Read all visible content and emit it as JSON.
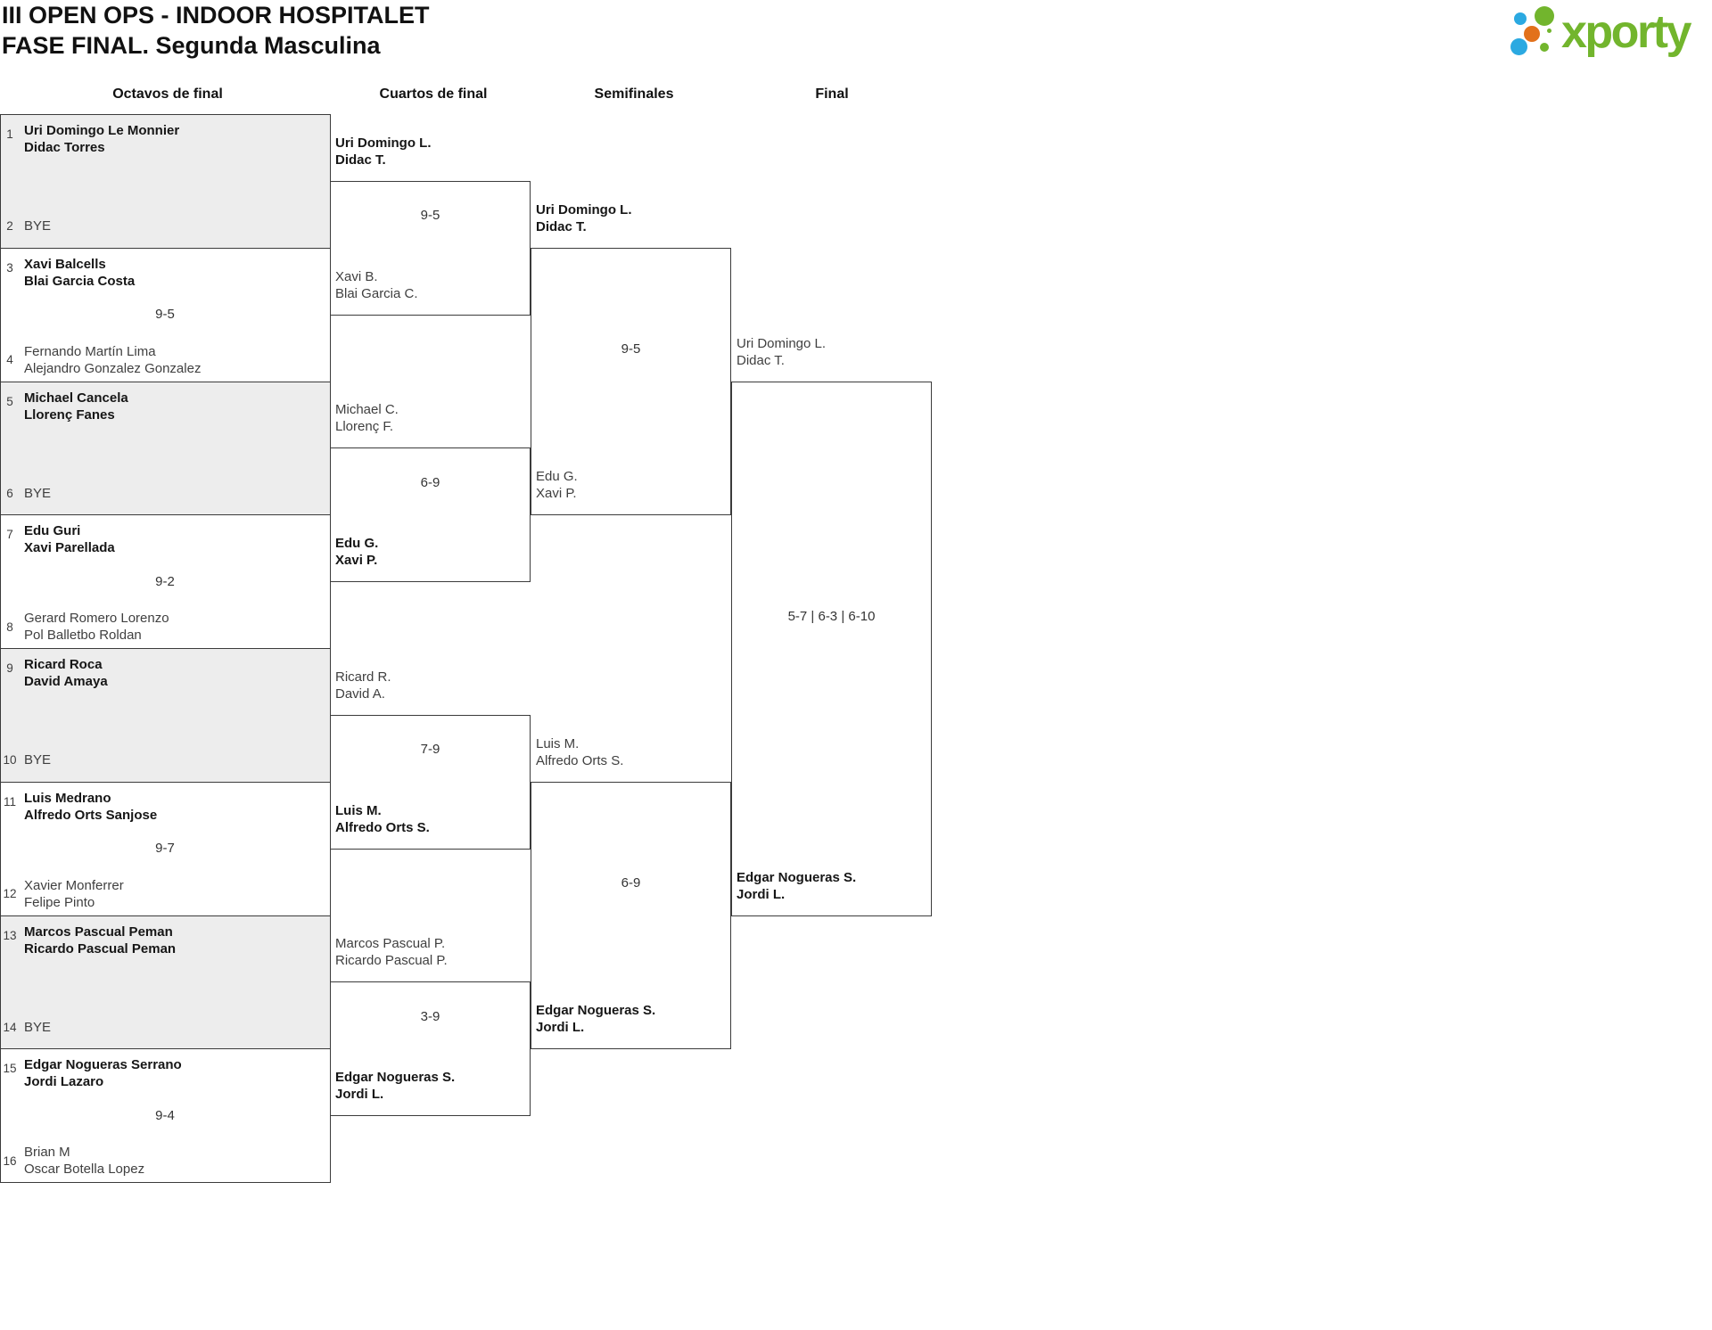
{
  "title": {
    "line1": "III OPEN OPS - INDOOR HOSPITALET",
    "line2": "FASE FINAL. Segunda Masculina"
  },
  "logo": {
    "text": "xporty"
  },
  "round_headers": [
    "Octavos de final",
    "Cuartos de final",
    "Semifinales",
    "Final"
  ],
  "bracket": {
    "round16": [
      {
        "top": {
          "seed": "1",
          "name1": "Uri Domingo Le Monnier",
          "name2": "Didac Torres",
          "winner": true
        },
        "bottom": {
          "seed": "2",
          "name1": "BYE",
          "winner": false
        },
        "score": ""
      },
      {
        "top": {
          "seed": "3",
          "name1": "Xavi Balcells",
          "name2": "Blai Garcia Costa",
          "winner": true
        },
        "bottom": {
          "seed": "4",
          "name1": "Fernando Martín Lima",
          "name2": "Alejandro Gonzalez Gonzalez",
          "winner": false
        },
        "score": "9-5"
      },
      {
        "top": {
          "seed": "5",
          "name1": "Michael Cancela",
          "name2": "Llorenç Fanes",
          "winner": true
        },
        "bottom": {
          "seed": "6",
          "name1": "BYE",
          "winner": false
        },
        "score": ""
      },
      {
        "top": {
          "seed": "7",
          "name1": "Edu Guri",
          "name2": "Xavi Parellada",
          "winner": true
        },
        "bottom": {
          "seed": "8",
          "name1": "Gerard Romero Lorenzo",
          "name2": "Pol Balletbo Roldan",
          "winner": false
        },
        "score": "9-2"
      },
      {
        "top": {
          "seed": "9",
          "name1": "Ricard Roca",
          "name2": "David Amaya",
          "winner": true
        },
        "bottom": {
          "seed": "10",
          "name1": "BYE",
          "winner": false
        },
        "score": ""
      },
      {
        "top": {
          "seed": "11",
          "name1": "Luis Medrano",
          "name2": "Alfredo Orts Sanjose",
          "winner": true
        },
        "bottom": {
          "seed": "12",
          "name1": "Xavier Monferrer",
          "name2": "Felipe Pinto",
          "winner": false
        },
        "score": "9-7"
      },
      {
        "top": {
          "seed": "13",
          "name1": "Marcos Pascual Peman",
          "name2": "Ricardo Pascual Peman",
          "winner": true
        },
        "bottom": {
          "seed": "14",
          "name1": "BYE",
          "winner": false
        },
        "score": ""
      },
      {
        "top": {
          "seed": "15",
          "name1": "Edgar Nogueras Serrano",
          "name2": "Jordi Lazaro",
          "winner": true
        },
        "bottom": {
          "seed": "16",
          "name1": "Brian M",
          "name2": "Oscar Botella Lopez",
          "winner": false
        },
        "score": "9-4"
      }
    ],
    "quarterfinals": [
      {
        "top": {
          "name1": "Uri Domingo L.",
          "name2": "Didac T.",
          "winner": true
        },
        "bottom": {
          "name1": "Xavi B.",
          "name2": "Blai Garcia C.",
          "winner": false
        },
        "score": "9-5"
      },
      {
        "top": {
          "name1": "Michael C.",
          "name2": "Llorenç F.",
          "winner": false
        },
        "bottom": {
          "name1": "Edu G.",
          "name2": "Xavi P.",
          "winner": true
        },
        "score": "6-9"
      },
      {
        "top": {
          "name1": "Ricard R.",
          "name2": "David A.",
          "winner": false
        },
        "bottom": {
          "name1": "Luis M.",
          "name2": "Alfredo Orts S.",
          "winner": true
        },
        "score": "7-9"
      },
      {
        "top": {
          "name1": "Marcos Pascual P.",
          "name2": "Ricardo Pascual P.",
          "winner": false
        },
        "bottom": {
          "name1": "Edgar Nogueras S.",
          "name2": "Jordi L.",
          "winner": true
        },
        "score": "3-9"
      }
    ],
    "semifinals": [
      {
        "top": {
          "name1": "Uri Domingo L.",
          "name2": "Didac T.",
          "winner": true
        },
        "bottom": {
          "name1": "Edu G.",
          "name2": "Xavi P.",
          "winner": false
        },
        "score": "9-5"
      },
      {
        "top": {
          "name1": "Luis M.",
          "name2": "Alfredo Orts S.",
          "winner": false
        },
        "bottom": {
          "name1": "Edgar Nogueras S.",
          "name2": "Jordi L.",
          "winner": true
        },
        "score": "6-9"
      }
    ],
    "final": [
      {
        "top": {
          "name1": "Uri Domingo L.",
          "name2": "Didac T.",
          "winner": false
        },
        "bottom": {
          "name1": "Edgar Nogueras S.",
          "name2": "Jordi L.",
          "winner": true
        },
        "score": "5-7 | 6-3 | 6-10"
      }
    ]
  },
  "colors": {
    "logo_green": "#72b52d",
    "logo_orange": "#e2711b",
    "logo_blue": "#2ba9e1",
    "shaded_slot": "#ededed",
    "line": "#3b3b3b"
  }
}
